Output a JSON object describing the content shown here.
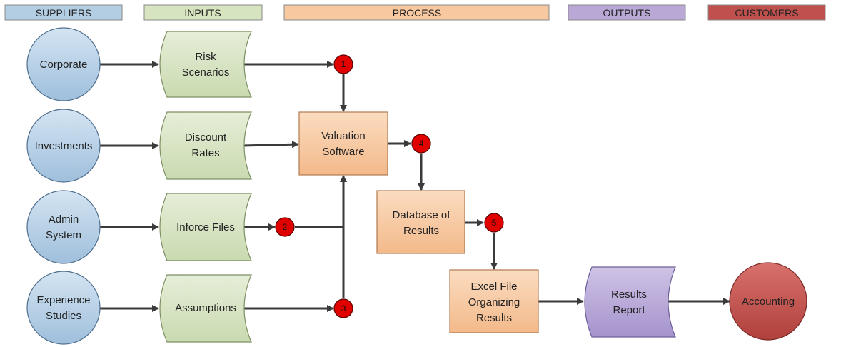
{
  "headers": {
    "suppliers": "SUPPLIERS",
    "inputs": "INPUTS",
    "process": "PROCESS",
    "outputs": "OUTPUTS",
    "customers": "CUSTOMERS"
  },
  "suppliers": {
    "corporate": "Corporate",
    "investments": "Investments",
    "admin": [
      "Admin",
      "System"
    ],
    "experience": [
      "Experience",
      "Studies"
    ]
  },
  "inputs": {
    "risk": [
      "Risk",
      "Scenarios"
    ],
    "discount": [
      "Discount",
      "Rates"
    ],
    "inforce": "Inforce Files",
    "assumptions": "Assumptions"
  },
  "process": {
    "valuation": [
      "Valuation",
      "Software"
    ],
    "database": [
      "Database of",
      "Results"
    ],
    "excel": [
      "Excel File",
      "Organizing",
      "Results"
    ]
  },
  "outputs": {
    "report": [
      "Results",
      "Report"
    ]
  },
  "customers": {
    "accounting": "Accounting"
  },
  "badges": [
    "1",
    "2",
    "3",
    "4",
    "5"
  ],
  "colors": {
    "supplier_fill": "#b3cde3",
    "input_fill": "#d6e4bf",
    "process_fill": "#f8c9a0",
    "output_fill": "#b9a8d6",
    "customer_fill": "#c0504d",
    "badge_fill": "#e00000",
    "arrow": "#3a3a3a"
  }
}
